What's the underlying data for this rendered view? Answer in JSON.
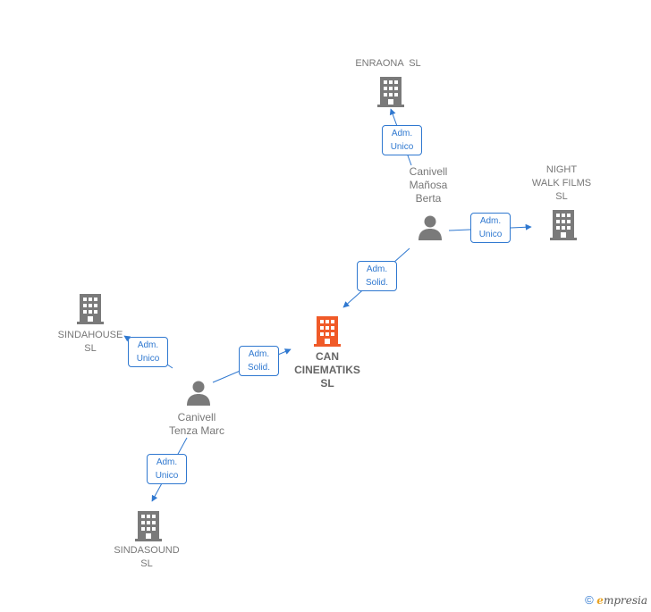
{
  "colors": {
    "edge": "#2f78d0",
    "company": "#7a7a7a",
    "main_company": "#f05a28",
    "person": "#7a7a7a"
  },
  "nodes": {
    "enraona": {
      "label": "ENRAONA  SL",
      "icon": "building-icon"
    },
    "night_walk": {
      "line1": "NIGHT",
      "line2": "WALK FILMS",
      "line3": "SL",
      "icon": "building-icon"
    },
    "can_cinematiks": {
      "line1": "CAN",
      "line2": "CINEMATIKS",
      "line3": "SL",
      "icon": "building-icon"
    },
    "sindahouse": {
      "line1": "SINDAHOUSE",
      "line2": "SL",
      "icon": "building-icon"
    },
    "sindasound": {
      "line1": "SINDASOUND",
      "line2": "SL",
      "icon": "building-icon"
    },
    "canivell_berta": {
      "line1": "Canivell",
      "line2": "Mañosa",
      "line3": "Berta",
      "icon": "person-icon"
    },
    "canivell_marc": {
      "line1": "Canivell",
      "line2": "Tenza Marc",
      "icon": "person-icon"
    }
  },
  "edges": [
    {
      "from": "canivell_berta",
      "to": "enraona",
      "role1": "Adm.",
      "role2": "Unico"
    },
    {
      "from": "canivell_berta",
      "to": "night_walk",
      "role1": "Adm.",
      "role2": "Unico"
    },
    {
      "from": "canivell_berta",
      "to": "can_cinematiks",
      "role1": "Adm.",
      "role2": "Solid."
    },
    {
      "from": "canivell_marc",
      "to": "can_cinematiks",
      "role1": "Adm.",
      "role2": "Solid."
    },
    {
      "from": "canivell_marc",
      "to": "sindahouse",
      "role1": "Adm.",
      "role2": "Unico"
    },
    {
      "from": "canivell_marc",
      "to": "sindasound",
      "role1": "Adm.",
      "role2": "Unico"
    }
  ],
  "footer": {
    "copyright": "©",
    "brand_initial": "e",
    "brand_rest": "mpresia"
  }
}
